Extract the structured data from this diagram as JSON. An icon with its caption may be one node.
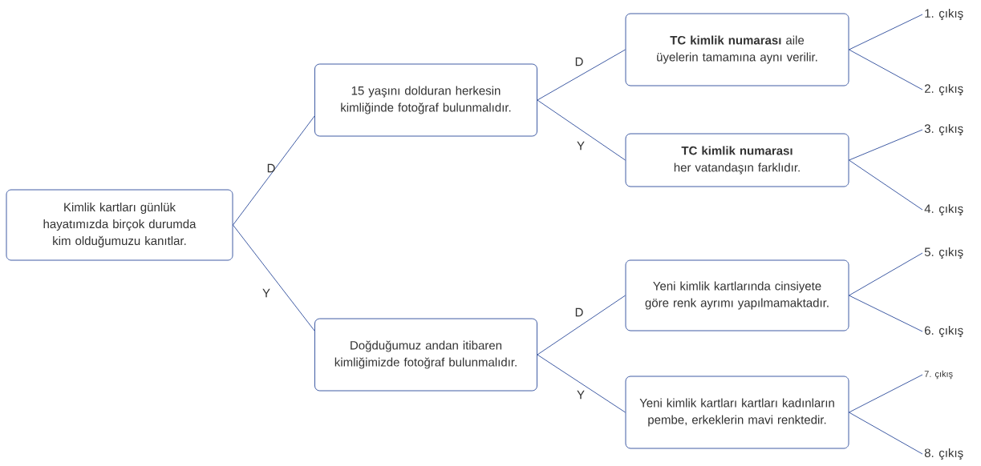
{
  "diagram": {
    "nodes": [
      {
        "text": [
          "Kimlik kartları günlük hayatımızda birçok durumda kim olduğumuzu kanıtlar."
        ]
      },
      {
        "text": [
          "15 yaşını dolduran herkesin kimliğinde fotoğraf bulunmalıdır."
        ]
      },
      {
        "text": [
          "Doğduğumuz andan itibaren kimliğimizde fotoğraf bulunmalıdır."
        ]
      },
      {
        "text": [
          "**TC kimlik numarası** aile üyelerin tamamına aynı verilir."
        ]
      },
      {
        "text": [
          "**TC kimlik numarası** her vatandaşın farklıdır."
        ]
      },
      {
        "text": [
          "Yeni kimlik kartlarında cinsiyete göre renk ayrımı yapılmamaktadır."
        ]
      },
      {
        "text": [
          "Yeni kimlik kartları kartları kadınların pembe, erkeklerin mavi renktedir."
        ]
      },
      {
        "text": [
          "1. çıkış"
        ]
      },
      {
        "text": [
          "2. çıkış"
        ]
      },
      {
        "text": [
          "3. çıkış"
        ]
      },
      {
        "text": [
          "4. çıkış"
        ]
      },
      {
        "text": [
          "5. çıkış"
        ]
      },
      {
        "text": [
          "6. çıkış"
        ]
      },
      {
        "text": [
          "7. çıkış"
        ]
      },
      {
        "text": [
          "8. çıkış"
        ]
      }
    ],
    "edges": [
      {
        "from": 0,
        "to": 1,
        "arrow": "none",
        "label": "D"
      },
      {
        "from": 0,
        "to": 2,
        "arrow": "none",
        "label": "Y"
      },
      {
        "from": 1,
        "to": 3,
        "arrow": "none",
        "label": "D"
      },
      {
        "from": 1,
        "to": 4,
        "arrow": "none",
        "label": "Y"
      },
      {
        "from": 2,
        "to": 5,
        "arrow": "none",
        "label": "D"
      },
      {
        "from": 2,
        "to": 6,
        "arrow": "none",
        "label": "Y"
      },
      {
        "from": 3,
        "to": 7,
        "arrow": "none"
      },
      {
        "from": 3,
        "to": 8,
        "arrow": "none"
      },
      {
        "from": 4,
        "to": 9,
        "arrow": "none"
      },
      {
        "from": 4,
        "to": 10,
        "arrow": "none"
      },
      {
        "from": 5,
        "to": 11,
        "arrow": "none"
      },
      {
        "from": 5,
        "to": 12,
        "arrow": "none"
      },
      {
        "from": 6,
        "to": 13,
        "arrow": "none"
      },
      {
        "from": 6,
        "to": 14,
        "arrow": "none"
      }
    ]
  }
}
